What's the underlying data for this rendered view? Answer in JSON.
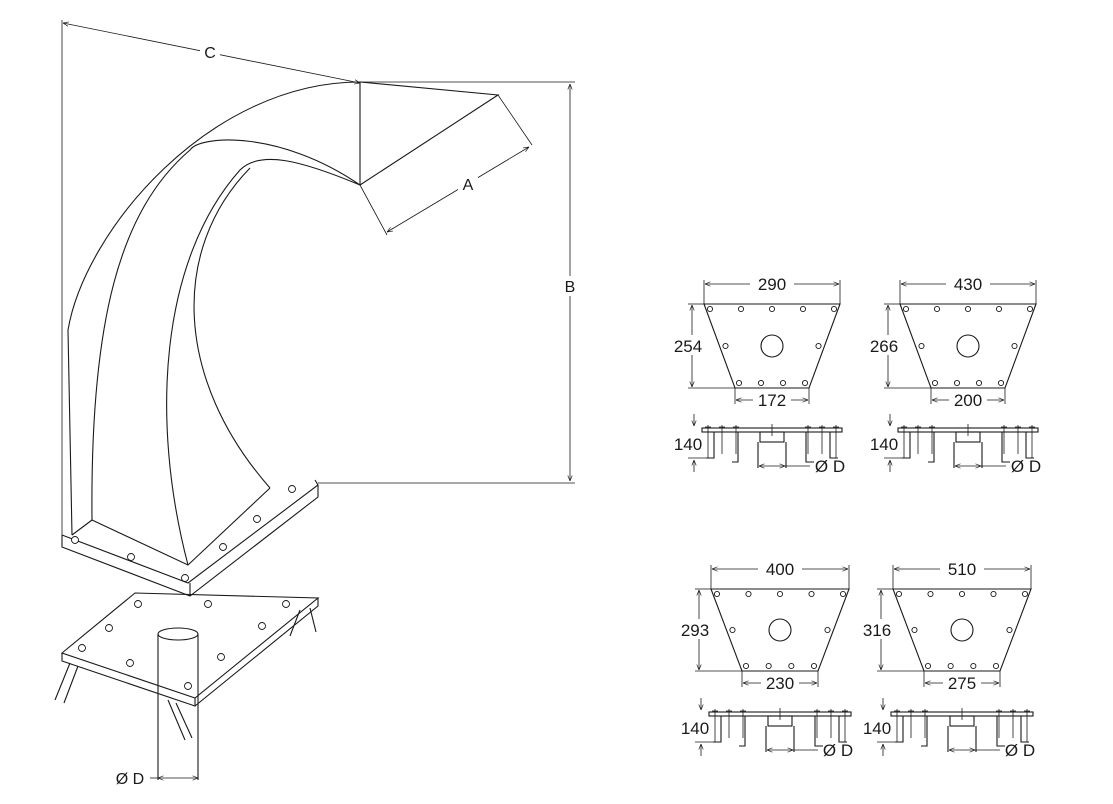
{
  "main_view": {
    "dim_a": "A",
    "dim_b": "B",
    "dim_c": "C",
    "dim_d": "Ø D"
  },
  "plates": [
    {
      "top_width": "290",
      "height": "254",
      "bottom_width": "172",
      "stand_height": "140",
      "pipe_dia": "Ø D"
    },
    {
      "top_width": "430",
      "height": "266",
      "bottom_width": "200",
      "stand_height": "140",
      "pipe_dia": "Ø D"
    },
    {
      "top_width": "400",
      "height": "293",
      "bottom_width": "230",
      "stand_height": "140",
      "pipe_dia": "Ø D"
    },
    {
      "top_width": "510",
      "height": "316",
      "bottom_width": "275",
      "stand_height": "140",
      "pipe_dia": "Ø D"
    }
  ]
}
